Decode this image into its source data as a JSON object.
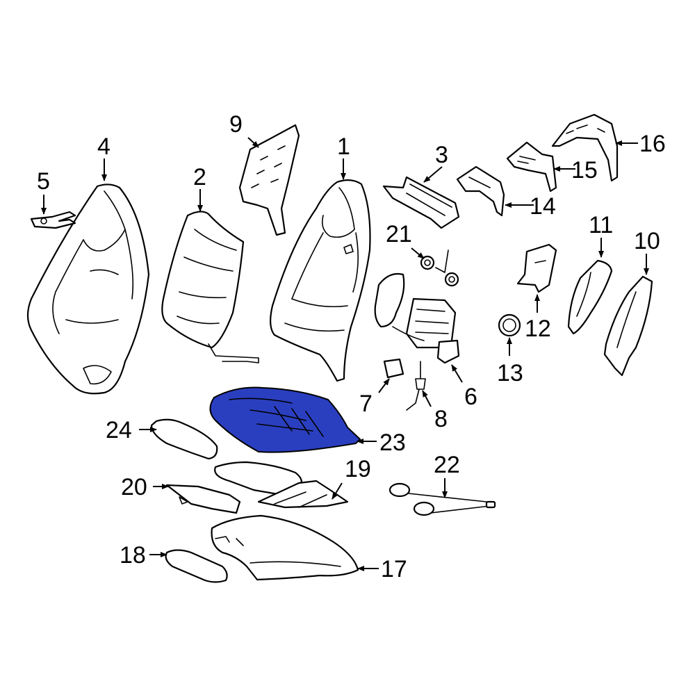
{
  "diagram": {
    "highlight_color": "#2a3fc0",
    "line_color": "#000000",
    "background": "#ffffff",
    "highlighted_part": "23",
    "callouts": {
      "c1": "1",
      "c2": "2",
      "c3": "3",
      "c4": "4",
      "c5": "5",
      "c6": "6",
      "c7": "7",
      "c8": "8",
      "c9": "9",
      "c10": "10",
      "c11": "11",
      "c12": "12",
      "c13": "13",
      "c14": "14",
      "c15": "15",
      "c16": "16",
      "c17": "17",
      "c18": "18",
      "c19": "19",
      "c20": "20",
      "c21": "21",
      "c22": "22",
      "c23": "23",
      "c24": "24"
    }
  }
}
